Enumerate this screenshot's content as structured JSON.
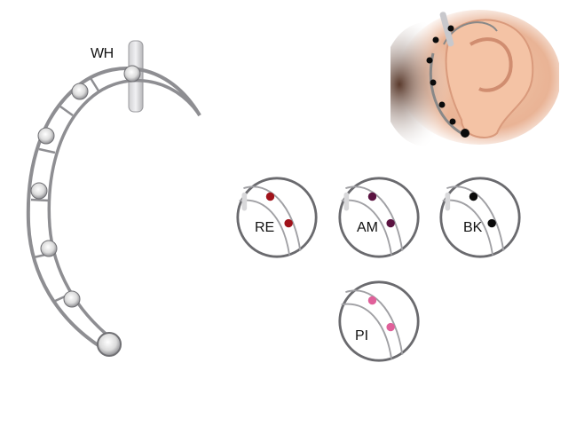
{
  "product": {
    "main_label": "WH",
    "variants": [
      {
        "code": "RE",
        "stone_color": "#a0121a",
        "stone_highlight": "#e0404a"
      },
      {
        "code": "AM",
        "stone_color": "#5a1240",
        "stone_highlight": "#9a3a78"
      },
      {
        "code": "BK",
        "stone_color": "#0a0a0a",
        "stone_highlight": "#444444"
      },
      {
        "code": "PI",
        "stone_color": "#e0609a",
        "stone_highlight": "#f6a8c8"
      }
    ]
  },
  "colors": {
    "metal": "#a9a9ad",
    "metal_dark": "#6e6e72",
    "metal_light": "#e6e6e8",
    "crystal": "#f2f2f2",
    "skin": "#f0c2a4",
    "hair": "#6a4a3a"
  }
}
